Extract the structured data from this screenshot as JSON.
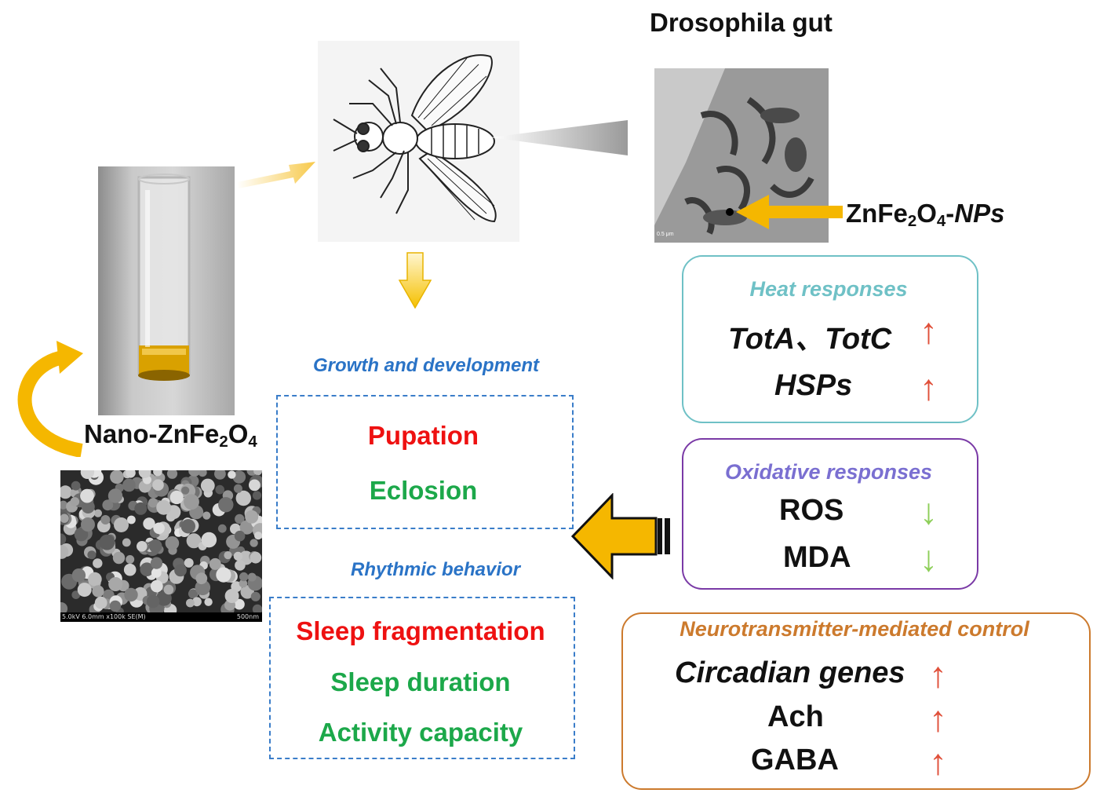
{
  "labels": {
    "drosophila_gut": "Drosophila gut",
    "nano_prefix": "Nano-ZnFe",
    "nano_sub1": "2",
    "nano_mid": "O",
    "nano_sub2": "4",
    "np_prefix": "ZnFe",
    "np_sub1": "2",
    "np_mid": "O",
    "np_sub2": "4",
    "np_suffix": "-",
    "np_italic": "NPs"
  },
  "growth": {
    "title": "Growth and development",
    "items": [
      "Pupation",
      "Eclosion"
    ]
  },
  "rhythm": {
    "title": "Rhythmic behavior",
    "items": [
      "Sleep fragmentation",
      "Sleep duration",
      "Activity capacity"
    ]
  },
  "heat": {
    "title": "Heat responses",
    "line1": "TotA、TotC",
    "line2": "HSPs",
    "arrow": "↑"
  },
  "oxidative": {
    "title": "Oxidative responses",
    "line1": "ROS",
    "line2": "MDA",
    "arrow": "↓"
  },
  "neuro": {
    "title": "Neurotransmitter-mediated control",
    "line1": "Circadian genes",
    "line2": "Ach",
    "line3": "GABA",
    "arrow": "↑"
  },
  "sem_caption": "5.0kV 6.0mm x100k SE(M)",
  "sem_scale": "500nm",
  "tem_scale": "0.5 μm",
  "colors": {
    "heat_title": "#6fc1c6",
    "ox_title": "#7a6fd1",
    "neuro_title": "#cc7a2d",
    "growth_title": "#2a73c6",
    "up_arrow": "#e0503a",
    "down_arrow": "#8ecf5a",
    "gold_arrow": "#f5b700"
  }
}
